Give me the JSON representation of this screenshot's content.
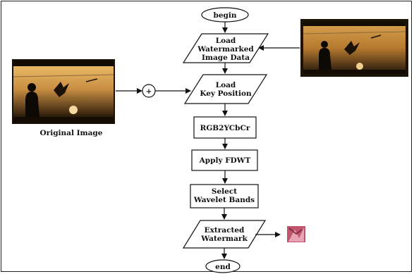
{
  "flowchart": {
    "begin": "begin",
    "end": "end",
    "load_watermarked": [
      "Load",
      "Watermarked",
      "Image Data"
    ],
    "load_key": [
      "Load",
      "Key Position"
    ],
    "rgb2ycbcr": "RGB2YCbCr",
    "apply_fdwt": "Apply FDWT",
    "select_bands": [
      "Select",
      "Wavelet Bands"
    ],
    "extracted": [
      "Extracted",
      "Watermark"
    ],
    "combiner_symbol": "+"
  },
  "images": {
    "original_caption": "Original Image"
  },
  "colors": {
    "sky_top": "#e6b25a",
    "sky_mid": "#c78a3a",
    "dark": "#1a1208",
    "sun": "#f4d9a0",
    "watermark": "#c0566e"
  }
}
